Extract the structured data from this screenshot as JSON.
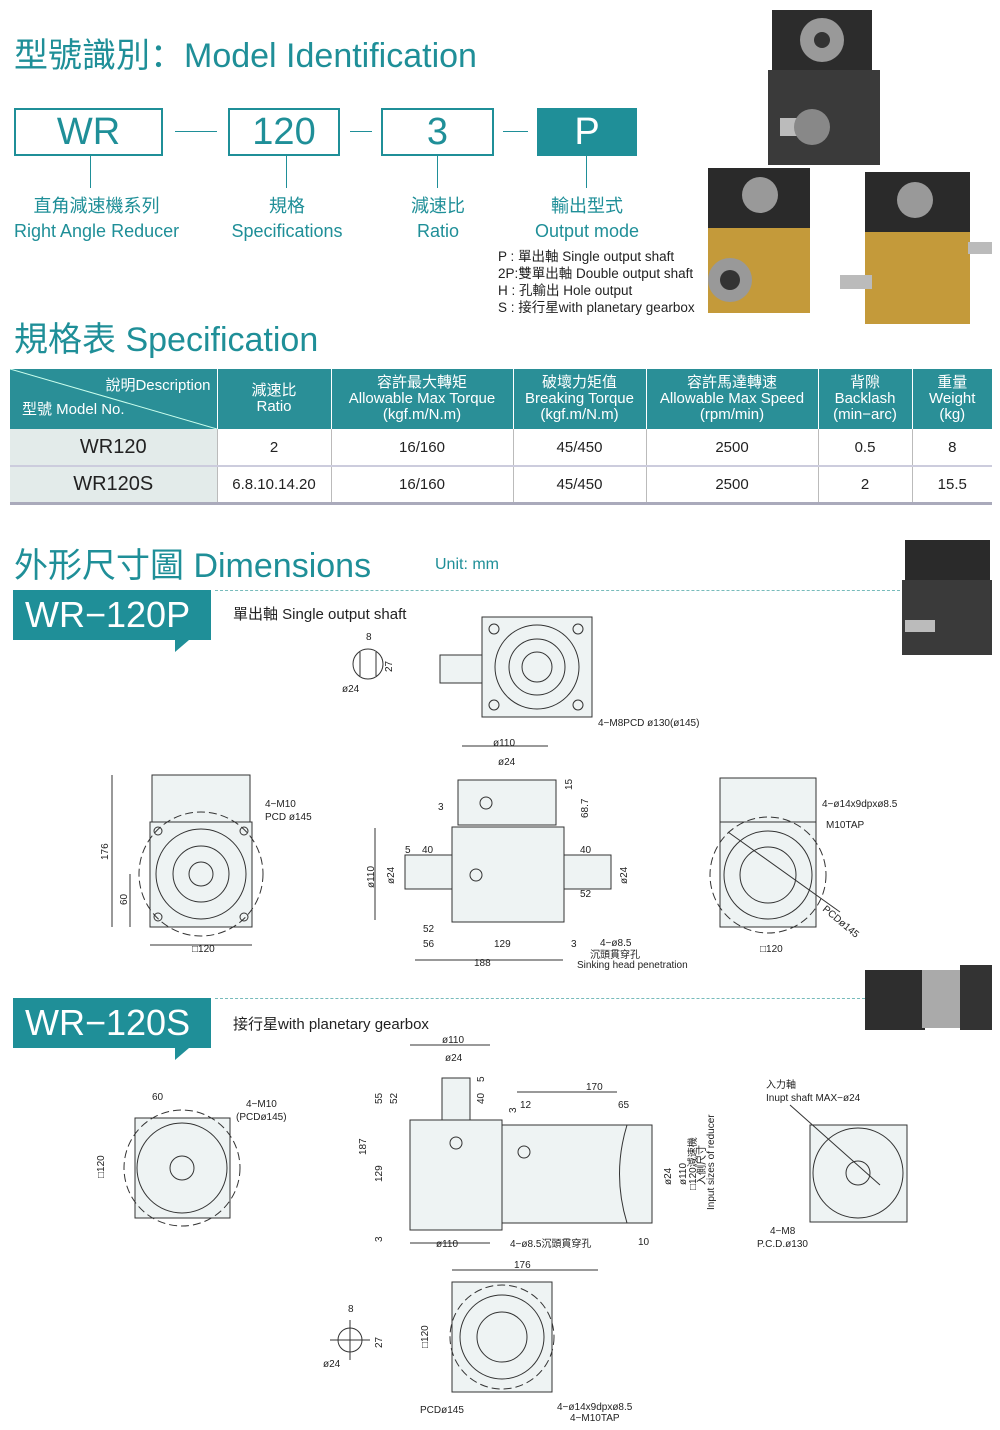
{
  "identification": {
    "title": "型號識別：Model Identification",
    "codes": [
      "WR",
      "120",
      "3",
      "P"
    ],
    "labels": [
      {
        "zh": "直角減速機系列",
        "en": "Right Angle Reducer"
      },
      {
        "zh": "規格",
        "en": "Specifications"
      },
      {
        "zh": "減速比",
        "en": "Ratio"
      },
      {
        "zh": "輸出型式",
        "en": "Output mode"
      }
    ],
    "modes": [
      "P : 單出軸 Single output shaft",
      "2P:雙單出軸 Double output shaft",
      "H : 孔輸出 Hole output",
      "S : 接行星with planetary gearbox"
    ]
  },
  "specification": {
    "title": "規格表 Specification",
    "header": {
      "desc": "說明Description",
      "model": "型號 Model No.",
      "cols": [
        [
          "減速比",
          "Ratio"
        ],
        [
          "容許最大轉矩",
          "Allowable Max Torque",
          "(kgf.m/N.m)"
        ],
        [
          "破壞力矩值",
          "Breaking Torque",
          "(kgf.m/N.m)"
        ],
        [
          "容許馬達轉速",
          "Allowable Max Speed",
          "(rpm/min)"
        ],
        [
          "背隙",
          "Backlash",
          "(min−arc)"
        ],
        [
          "重量",
          "Weight",
          "(kg)"
        ]
      ]
    },
    "rows": [
      [
        "WR120",
        "2",
        "16/160",
        "45/450",
        "2500",
        "0.5",
        "8"
      ],
      [
        "WR120S",
        "6.8.10.14.20",
        "16/160",
        "45/450",
        "2500",
        "2",
        "15.5"
      ]
    ]
  },
  "dimensions": {
    "title": "外形尺寸圖 Dimensions",
    "unit": "Unit: mm",
    "p": {
      "banner": "WR−120P",
      "subtitle": "單出軸 Single output shaft",
      "labels": [
        "8",
        "27",
        "ø24",
        "4−M8PCD ø130(ø145)",
        "4−M10",
        "PCD ø145",
        "176",
        "60",
        "□120",
        "ø110",
        "ø24",
        "15",
        "68.7",
        "3",
        "5",
        "40",
        "40",
        "ø110",
        "ø24",
        "ø24",
        "52",
        "52",
        "56",
        "129",
        "3",
        "188",
        "4−ø8.5",
        "沉頭貫穿孔",
        "Sinking head penetration",
        "4−ø14x9dpxø8.5",
        "M10TAP",
        "PCDø145",
        "□120"
      ]
    },
    "s": {
      "banner": "WR−120S",
      "subtitle": "接行星with planetary gearbox",
      "labels": [
        "60",
        "4−M10",
        "(PCDø145)",
        "□120",
        "ø110",
        "ø24",
        "55",
        "52",
        "40",
        "5",
        "3",
        "187",
        "129",
        "3",
        "170",
        "12",
        "65",
        "ø24",
        "ø110",
        "□120減速機",
        "入側尺寸",
        "Input sizes of reducer",
        "4−ø8.5沉頭貫穿孔",
        "ø110",
        "10",
        "入力軸",
        "Inupt shaft MAX−ø24",
        "4−M8",
        "P.C.D.ø130",
        "176",
        "8",
        "27",
        "ø24",
        "□120",
        "PCDø145",
        "4−ø14x9dpxø8.5",
        "4−M10TAP"
      ]
    }
  }
}
